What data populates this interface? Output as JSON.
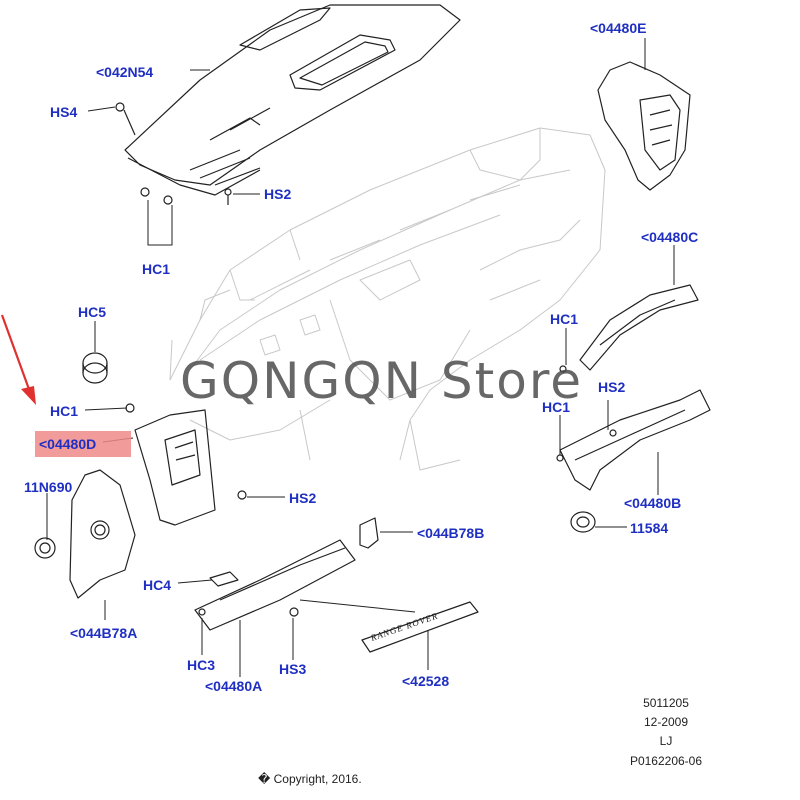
{
  "diagram": {
    "callouts": {
      "c042N54": "<042N54",
      "hs4": "HS4",
      "hs2_top": "HS2",
      "hc1_top": "HC1",
      "c04480E": "<04480E",
      "c04480C": "<04480C",
      "hc1_right_top": "HC1",
      "hs2_right": "HS2",
      "hc1_right": "HC1",
      "c04480B": "<04480B",
      "c11584": "11584",
      "hc5": "HC5",
      "hc1_left": "HC1",
      "c04480D": "<04480D",
      "c11N690": "11N690",
      "hs2_mid": "HS2",
      "c044B78B": "<044B78B",
      "hc4": "HC4",
      "c044B78A": "<044B78A",
      "hc3": "HC3",
      "hs3": "HS3",
      "c04480A": "<04480A",
      "c42528": "<42528"
    },
    "badge_text": "RANGE ROVER",
    "meta": {
      "code": "5011205",
      "date": "12-2009",
      "initials": "LJ",
      "ref": "P0162206-06"
    },
    "copyright": "� Copyright, 2016.",
    "watermark": "GQNGQN Store",
    "colors": {
      "callout": "#1f2fc2",
      "highlight": "#f08a8a",
      "arrow": "#e03030",
      "line": "#222222"
    }
  }
}
